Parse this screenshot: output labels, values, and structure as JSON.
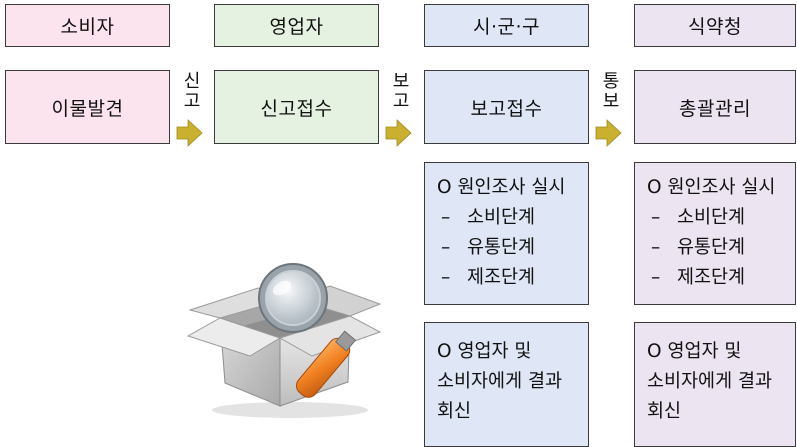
{
  "headers": [
    "소비자",
    "영업자",
    "시·군·구",
    "식약청"
  ],
  "steps": [
    "이물발견",
    "신고접수",
    "보고접수",
    "총괄관리"
  ],
  "connectors": [
    {
      "chars": [
        "신",
        "고"
      ]
    },
    {
      "chars": [
        "보",
        "고"
      ]
    },
    {
      "chars": [
        "통",
        "보"
      ]
    }
  ],
  "investigation": {
    "title": "O 원인조사 실시",
    "dash": "–",
    "items": [
      "소비단계",
      "유통단계",
      "제조단계"
    ]
  },
  "reply": {
    "lines": [
      "O 영업자 및",
      "소비자에게 결과",
      "회신"
    ]
  },
  "colors": {
    "consumer": "#fbe4ed",
    "business": "#e5f1e1",
    "local_gov": "#dfe6f6",
    "kfda": "#ece4f1",
    "arrow": "#c9b02e"
  },
  "icons": [
    "arrow-right-icon",
    "magnifier-box-icon"
  ]
}
